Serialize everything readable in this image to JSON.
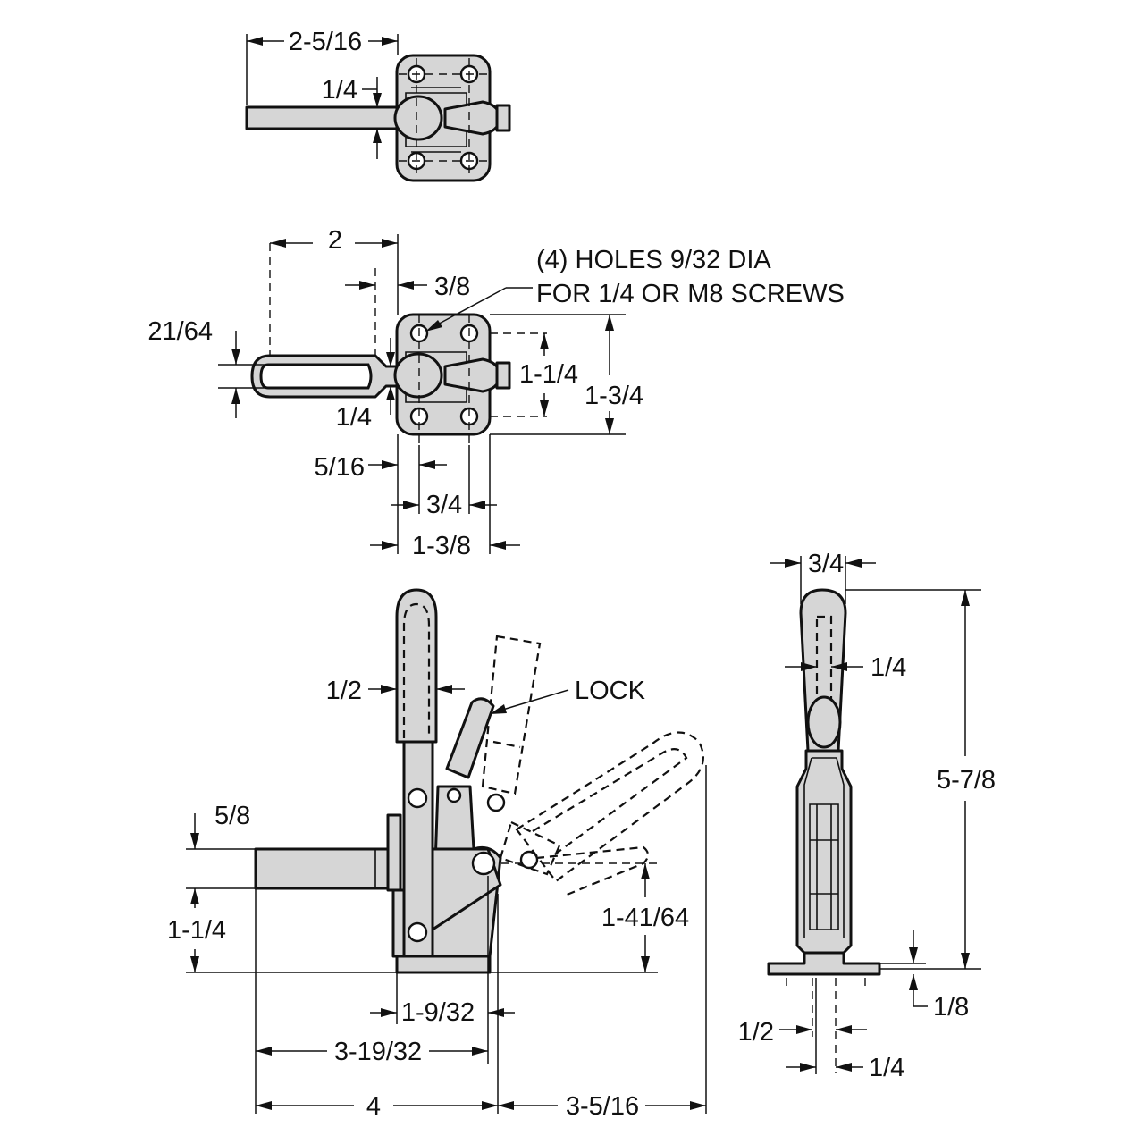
{
  "top_view": {
    "dim_handle_reach": "2-5/16",
    "dim_bar_width": "1/4"
  },
  "plan_view": {
    "dim_slot_reach": "2",
    "dim_offset": "3/8",
    "dim_slot_width": "21/64",
    "dim_slot_thickness": "1/4",
    "dim_edge_to_hole": "5/16",
    "dim_hole_spacing_x": "3/4",
    "dim_base_width": "1-3/8",
    "dim_hole_spacing_y": "1-1/4",
    "dim_base_length": "1-3/4",
    "note_line1": "(4) HOLES 9/32 DIA",
    "note_line2": "FOR 1/4 OR M8 SCREWS"
  },
  "side_view": {
    "dim_handle_width": "1/2",
    "lock_label": "LOCK",
    "dim_spindle_dia": "5/8",
    "dim_spindle_height": "1-1/4",
    "dim_pivot_height": "1-41/64",
    "dim_base_to_pivot": "1-9/32",
    "dim_spindle_reach": "3-19/32",
    "dim_overall_front": "4",
    "dim_overall_rear": "3-5/16"
  },
  "end_view": {
    "dim_top_width": "3/4",
    "dim_handle_grip": "1/4",
    "dim_overall_height": "5-7/8",
    "dim_base_thickness": "1/8",
    "dim_flange_gap": "1/2",
    "dim_flange_thickness": "1/4"
  }
}
